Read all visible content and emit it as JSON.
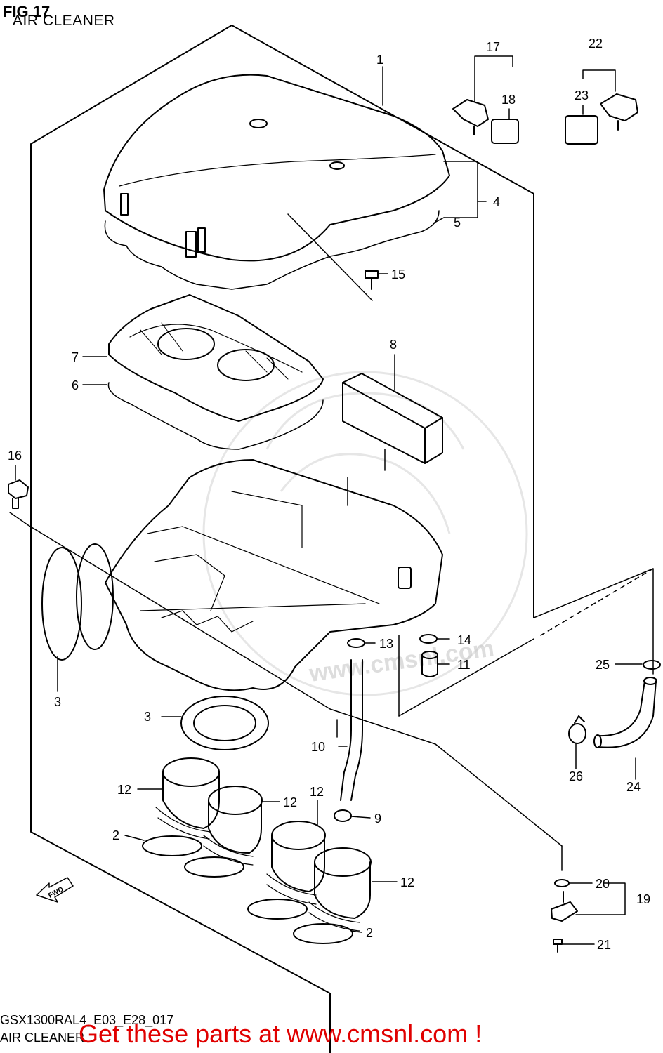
{
  "figure": {
    "title": "FIG 17",
    "subtitle": "AIR CLEANER"
  },
  "callouts": [
    "1",
    "17",
    "18",
    "22",
    "23",
    "4",
    "5",
    "15",
    "7",
    "6",
    "8",
    "16",
    "13",
    "14",
    "11",
    "25",
    "3",
    "3",
    "10",
    "9",
    "12",
    "12",
    "12",
    "12",
    "2",
    "2",
    "20",
    "19",
    "21",
    "26",
    "24"
  ],
  "fwd_label": "FWD",
  "watermark": "www.cmsnl.com",
  "footer": {
    "code": "GSX1300RAL4_E03_E28_017",
    "name": "AIR CLEANER"
  },
  "promo": "Get these parts at www.cmsnl.com !",
  "colors": {
    "line": "#000000",
    "promo": "#e00000",
    "watermark": "#d0d0d0"
  }
}
